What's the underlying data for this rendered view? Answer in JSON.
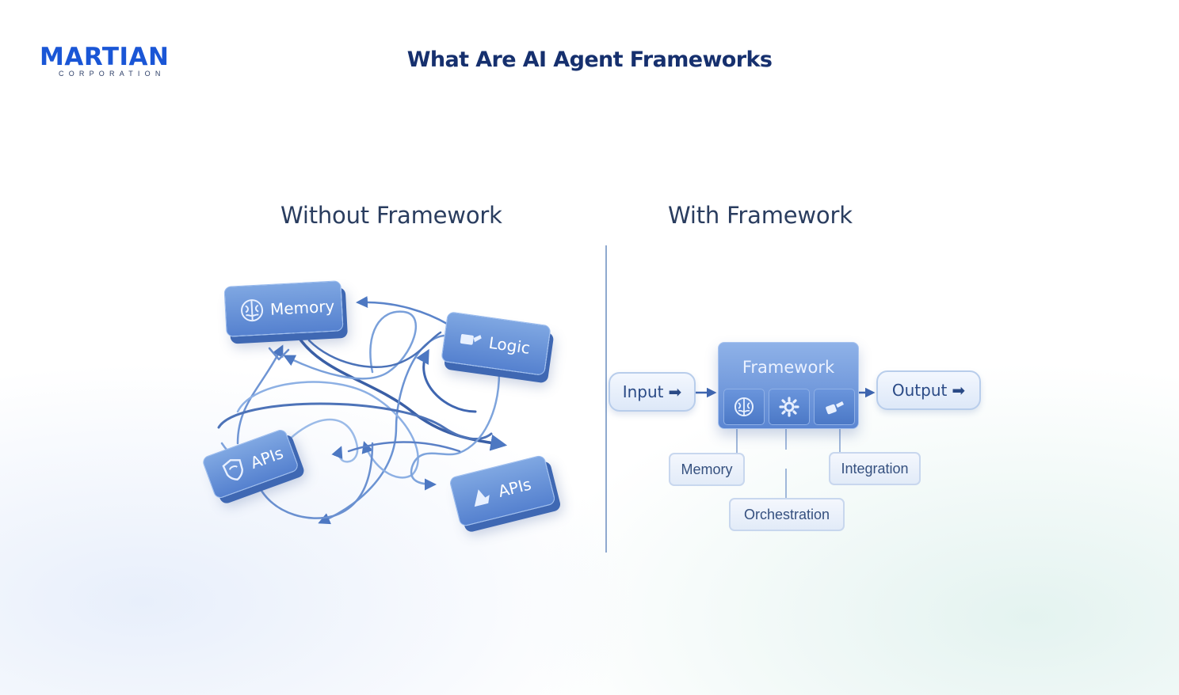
{
  "brand": {
    "name": "MARTIAN",
    "tagline": "CORPORATION",
    "color": "#1a56d6"
  },
  "page": {
    "title": "What Are AI Agent Frameworks"
  },
  "without": {
    "heading": "Without Framework",
    "blocks": [
      {
        "label": "Memory",
        "icon": "brain-icon"
      },
      {
        "label": "Logic",
        "icon": "tool-icon"
      },
      {
        "label": "APIs",
        "icon": "shield-icon"
      },
      {
        "label": "APIs",
        "icon": "document-icon"
      }
    ]
  },
  "with": {
    "heading": "With Framework",
    "input_label": "Input",
    "output_label": "Output",
    "framework_label": "Framework",
    "components": [
      {
        "label": "Memory",
        "icon": "brain-icon"
      },
      {
        "label": "Orchestration",
        "icon": "gear-icon"
      },
      {
        "label": "Integration",
        "icon": "plug-icon"
      }
    ]
  },
  "colors": {
    "accent": "#5b86d2",
    "title": "#16306e",
    "arrow": "#3f66b0"
  }
}
